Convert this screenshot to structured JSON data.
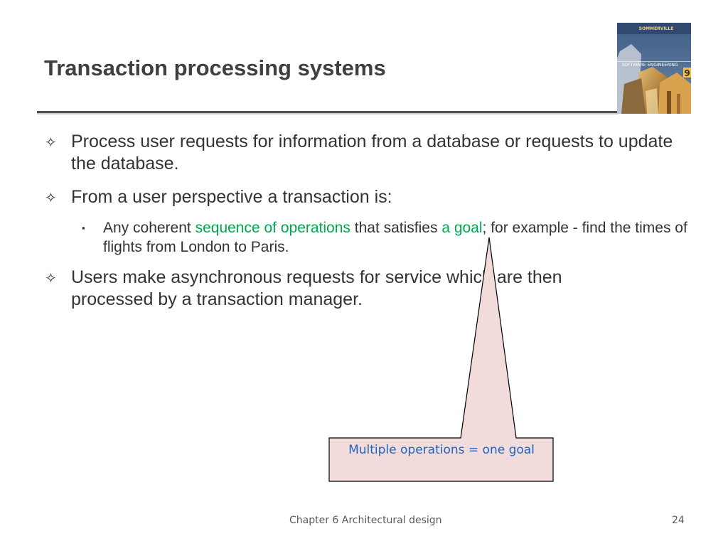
{
  "slide": {
    "title": "Transaction processing systems",
    "book_cover": {
      "publisher": "SOMMERVILLE",
      "series_title": "SOFTWARE ENGINEERING",
      "edition": "9"
    },
    "bullets": [
      {
        "marker": "✧",
        "text": "Process user requests for information from a database or requests to update the database."
      },
      {
        "marker": "✧",
        "text": "From a user perspective a transaction is:",
        "sub_bullets": [
          {
            "marker": "▪",
            "parts": [
              "Any coherent ",
              "sequence of operations",
              " that satisfies ",
              "a goal",
              "; for example - find the times of flights from London to Paris."
            ]
          }
        ]
      },
      {
        "marker": "✧",
        "text": "Users make asynchronous requests for service which are then processed by a transaction manager."
      }
    ],
    "callout": {
      "label": "Multiple operations  = one goal",
      "fill_color": "#f2dcdb",
      "border_color": "#000000",
      "text_color": "#1f64c0"
    },
    "highlight_color": "#00a650",
    "footer": {
      "chapter": "Chapter 6 Architectural design",
      "page_number": "24"
    }
  }
}
